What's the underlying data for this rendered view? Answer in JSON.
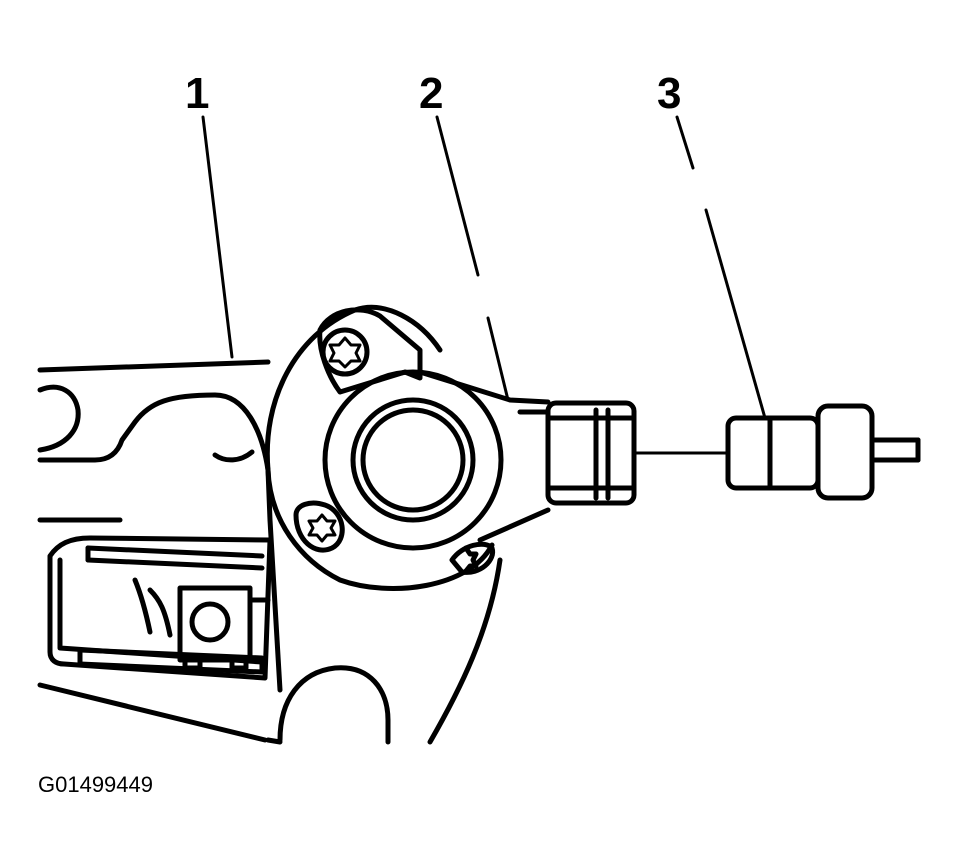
{
  "callouts": [
    "1",
    "2",
    "3"
  ],
  "figure_id": "G01499449"
}
